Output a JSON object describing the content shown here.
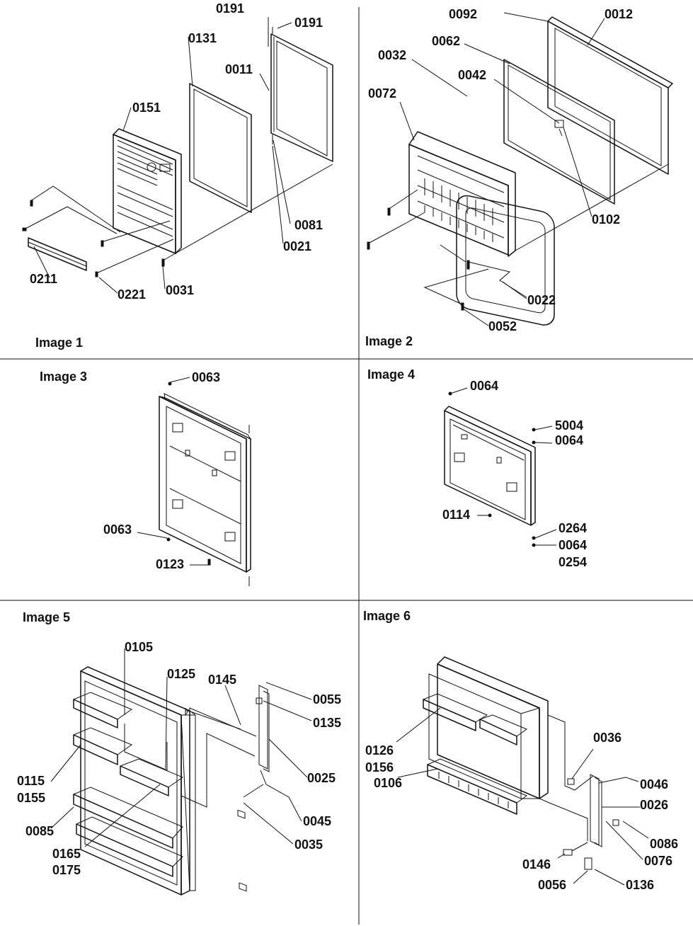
{
  "panels": [
    {
      "title": "Image 1"
    },
    {
      "title": "Image 2"
    },
    {
      "title": "Image 3"
    },
    {
      "title": "Image 4"
    },
    {
      "title": "Image 5"
    },
    {
      "title": "Image 6"
    }
  ],
  "callouts": {
    "p1": [
      "0191",
      "0191",
      "0131",
      "0011",
      "0151",
      "0081",
      "0021",
      "0211",
      "0221",
      "0031"
    ],
    "p2": [
      "0092",
      "0012",
      "0062",
      "0032",
      "0042",
      "0072",
      "0102",
      "0022",
      "0052"
    ],
    "p3": [
      "0063",
      "0063",
      "0123"
    ],
    "p4": [
      "0064",
      "5004",
      "0064",
      "0114",
      "0264",
      "0064",
      "0254"
    ],
    "p5": [
      "0105",
      "0125",
      "0145",
      "0055",
      "0135",
      "0025",
      "0115",
      "0155",
      "0085",
      "0045",
      "0035",
      "0165",
      "0175"
    ],
    "p6": [
      "0036",
      "0046",
      "0126",
      "0156",
      "0106",
      "0026",
      "0086",
      "0076",
      "0146",
      "0056",
      "0136"
    ]
  }
}
